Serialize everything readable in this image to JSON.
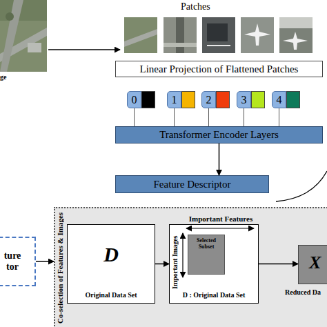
{
  "diagram": {
    "nodes": [
      {
        "text": [
          "Linear Projection of Flattened Patches"
        ]
      },
      {
        "text": [
          "0"
        ]
      },
      {
        "text": [
          "1"
        ]
      },
      {
        "text": [
          "2"
        ]
      },
      {
        "text": [
          "3"
        ]
      },
      {
        "text": [
          "4"
        ]
      },
      {
        "text": [
          "Transformer Encoder Layers"
        ]
      },
      {
        "text": [
          "Feature Descriptor"
        ]
      },
      {
        "text": [
          "ture tor"
        ]
      },
      {
        "text": [
          "Co-selection of Features & Images"
        ]
      },
      {
        "text": [
          "D",
          "Original Data Set"
        ],
        "in": 9
      },
      {
        "text": [
          "Important Features",
          "Important Images",
          "D : Original Data Set"
        ],
        "in": 9
      },
      {
        "text": [
          "Selected Subset"
        ],
        "in": 11
      },
      {
        "text": [
          "X",
          "Reduced Da"
        ],
        "in": 9
      }
    ],
    "edges": [
      {
        "from": 1,
        "to": 6,
        "arrow": "none"
      },
      {
        "from": 2,
        "to": 6,
        "arrow": "none"
      },
      {
        "from": 3,
        "to": 6,
        "arrow": "none"
      },
      {
        "from": 4,
        "to": 6,
        "arrow": "none"
      },
      {
        "from": 5,
        "to": 6,
        "arrow": "none"
      },
      {
        "from": 6,
        "to": 7,
        "arrow": "to"
      },
      {
        "from": 8,
        "to": 9,
        "arrow": "to"
      },
      {
        "from": 10,
        "to": 11,
        "arrow": "to"
      },
      {
        "from": 11,
        "to": 13,
        "arrow": "to"
      }
    ],
    "labels": [
      "Patches",
      "ge"
    ]
  }
}
